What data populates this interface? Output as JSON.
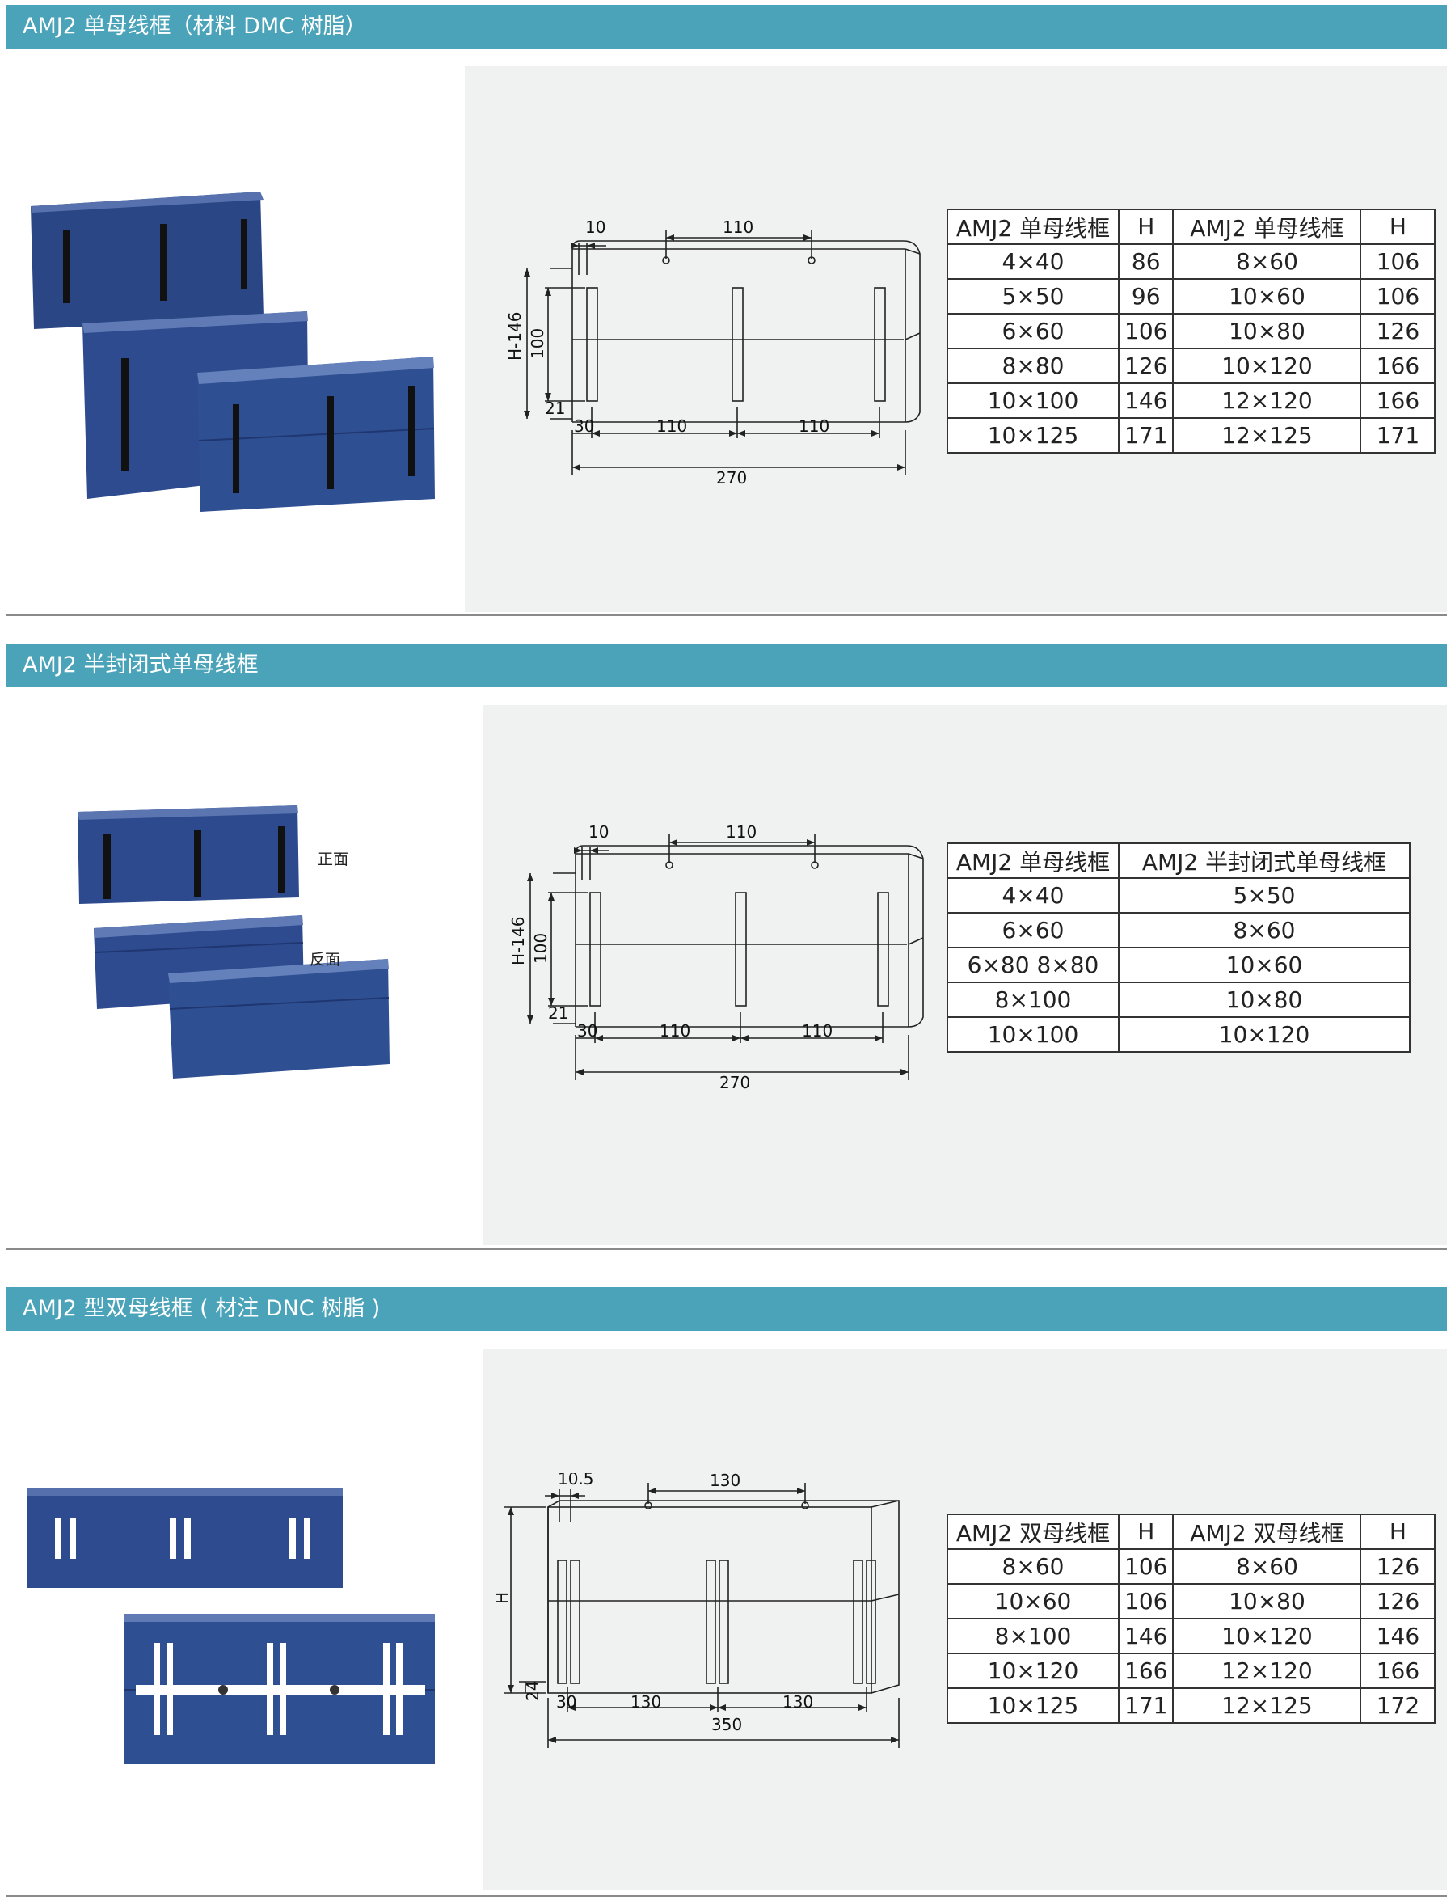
{
  "sections": [
    {
      "title": "AMJ2 单母线框（材料 DMC 树脂）",
      "drawing": {
        "dims": {
          "top_left": "10",
          "top_span": "110",
          "height": "H-146",
          "inner_height": "100",
          "bottom_gap": "21",
          "left_margin": "30",
          "span1": "110",
          "span2": "110",
          "total": "270"
        }
      },
      "table": {
        "headers": [
          "AMJ2 单母线框",
          "H",
          "AMJ2 单母线框",
          "H"
        ],
        "rows": [
          [
            "4×40",
            "86",
            "8×60",
            "106"
          ],
          [
            "5×50",
            "96",
            "10×60",
            "106"
          ],
          [
            "6×60",
            "106",
            "10×80",
            "126"
          ],
          [
            "8×80",
            "126",
            "10×120",
            "166"
          ],
          [
            "10×100",
            "146",
            "12×120",
            "166"
          ],
          [
            "10×125",
            "171",
            "12×125",
            "171"
          ]
        ]
      }
    },
    {
      "title": "AMJ2 半封闭式单母线框",
      "photo_labels": {
        "front": "正面",
        "back": "反面"
      },
      "drawing": {
        "dims": {
          "top_left": "10",
          "top_span": "110",
          "height": "H-146",
          "inner_height": "100",
          "bottom_gap": "21",
          "left_margin": "30",
          "span1": "110",
          "span2": "110",
          "total": "270"
        }
      },
      "table": {
        "headers": [
          "AMJ2 单母线框",
          "AMJ2 半封闭式单母线框"
        ],
        "rows": [
          [
            "4×40",
            "5×50"
          ],
          [
            "6×60",
            "8×60"
          ],
          [
            "6×80 8×80",
            "10×60"
          ],
          [
            "8×100",
            "10×80"
          ],
          [
            "10×100",
            "10×120"
          ]
        ]
      }
    },
    {
      "title": "AMJ2 型双母线框 ( 材注 DNC 树脂 )",
      "drawing": {
        "dims": {
          "top_left": "10.5",
          "top_span": "130",
          "height": "H",
          "bottom_gap": "24",
          "left_margin": "30",
          "span1": "130",
          "span2": "130",
          "total": "350"
        }
      },
      "table": {
        "headers": [
          "AMJ2 双母线框",
          "H",
          "AMJ2 双母线框",
          "H"
        ],
        "rows": [
          [
            "8×60",
            "106",
            "8×60",
            "126"
          ],
          [
            "10×60",
            "106",
            "10×80",
            "126"
          ],
          [
            "8×100",
            "146",
            "10×120",
            "146"
          ],
          [
            "10×120",
            "166",
            "12×120",
            "166"
          ],
          [
            "10×125",
            "171",
            "12×125",
            "172"
          ]
        ]
      }
    }
  ],
  "colors": {
    "header_bg": "#4aa3b9",
    "panel_bg": "#f0f2f1",
    "product_blue": "#2e4f93"
  }
}
